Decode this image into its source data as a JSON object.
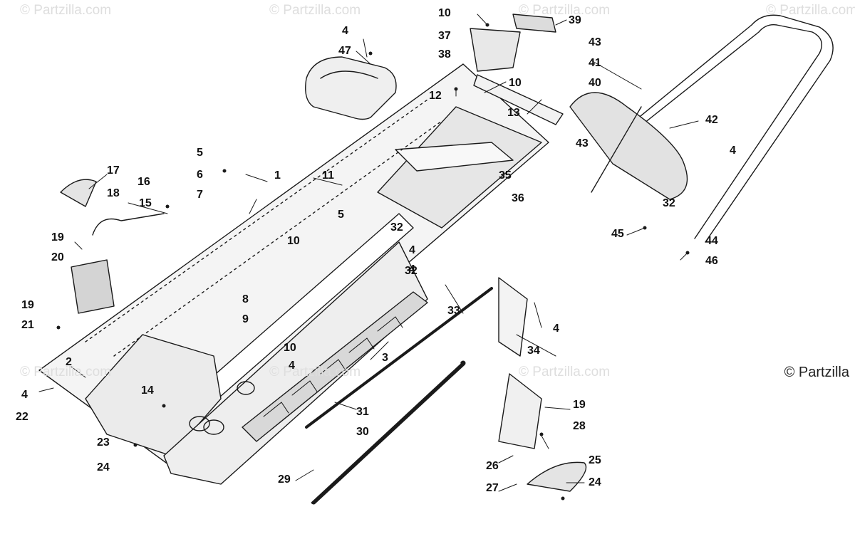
{
  "watermark": "© Partzilla.com",
  "brand_text": "© Partzilla",
  "colors": {
    "line": "#1a1a1a",
    "panel": "#e9e9e9",
    "panel_dark": "#8f8f8f",
    "watermark": "#dedede"
  },
  "callouts": [
    "1",
    "2",
    "3",
    "4",
    "4",
    "4",
    "4",
    "4",
    "4",
    "4",
    "5",
    "5",
    "6",
    "7",
    "8",
    "9",
    "10",
    "10",
    "10",
    "10",
    "11",
    "12",
    "13",
    "14",
    "15",
    "16",
    "17",
    "18",
    "19",
    "19",
    "19",
    "20",
    "21",
    "22",
    "23",
    "24",
    "24",
    "25",
    "26",
    "27",
    "28",
    "29",
    "30",
    "31",
    "32",
    "32",
    "32",
    "33",
    "34",
    "35",
    "36",
    "37",
    "38",
    "39",
    "40",
    "41",
    "42",
    "43",
    "43",
    "44",
    "45",
    "46",
    "47"
  ]
}
